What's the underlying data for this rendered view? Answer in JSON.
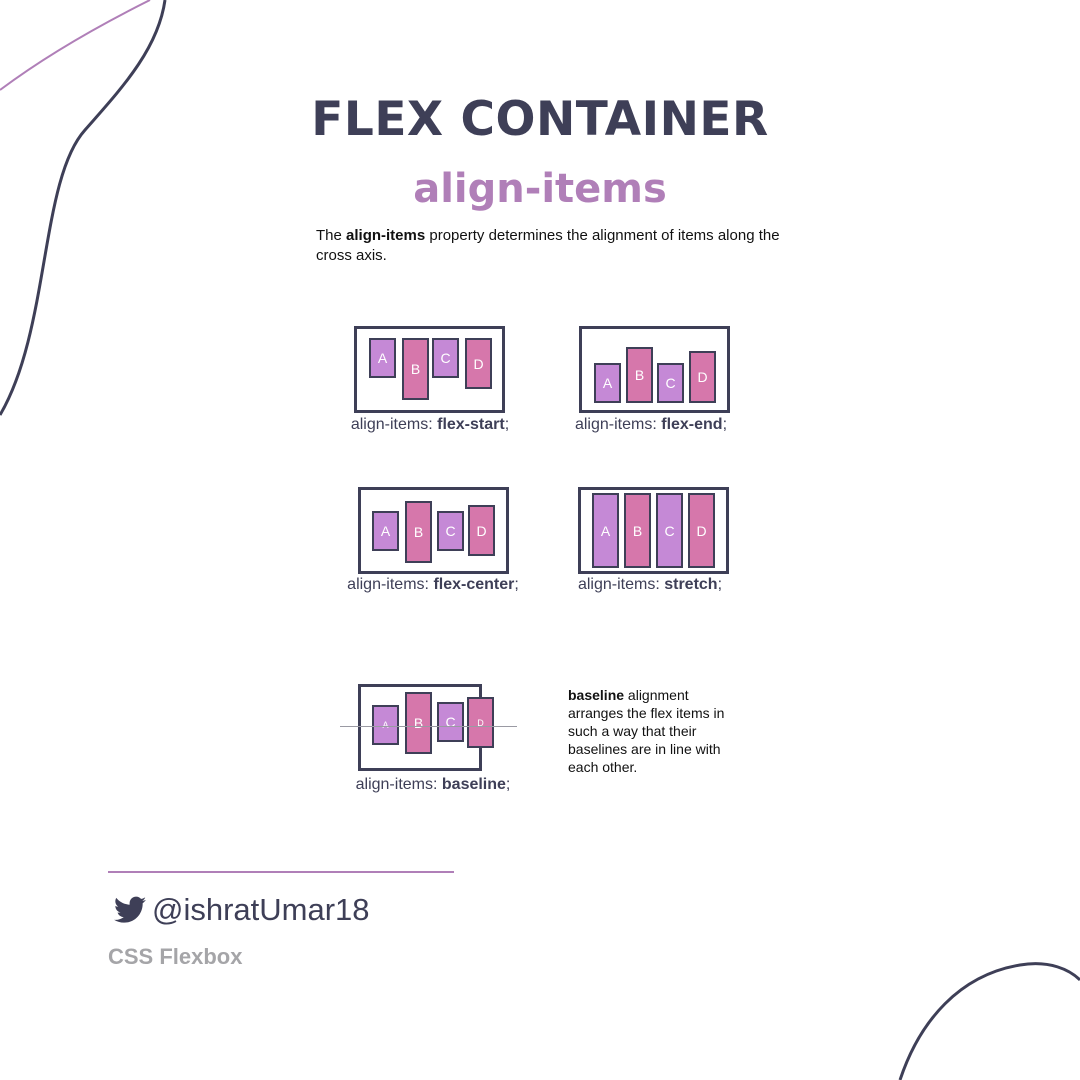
{
  "title": "FLEX CONTAINER",
  "subtitle": "align-items",
  "intro": {
    "bold": "align-items",
    "before": "The ",
    "after": " property determines the alignment of items along the cross axis."
  },
  "property_label": "align-items:",
  "demos": [
    {
      "value": "flex-start",
      "items": [
        {
          "label": "A"
        },
        {
          "label": "B"
        },
        {
          "label": "C"
        },
        {
          "label": "D"
        }
      ]
    },
    {
      "value": "flex-end",
      "items": [
        {
          "label": "A"
        },
        {
          "label": "B"
        },
        {
          "label": "C"
        },
        {
          "label": "D"
        }
      ]
    },
    {
      "value": "flex-center",
      "items": [
        {
          "label": "A"
        },
        {
          "label": "B"
        },
        {
          "label": "C"
        },
        {
          "label": "D"
        }
      ]
    },
    {
      "value": "stretch",
      "items": [
        {
          "label": "A"
        },
        {
          "label": "B"
        },
        {
          "label": "C"
        },
        {
          "label": "D"
        }
      ]
    },
    {
      "value": "baseline",
      "items": [
        {
          "label": "A"
        },
        {
          "label": "B"
        },
        {
          "label": "C"
        },
        {
          "label": "D"
        }
      ]
    }
  ],
  "semicolon": ";",
  "baseline_note": {
    "bold": "baseline",
    "rest": " alignment arranges the flex items in such a way that their baselines are in line with each other."
  },
  "handle": "@ishratUmar18",
  "handle_icon": "twitter-bird-icon",
  "footer": "CSS Flexbox",
  "colors": {
    "navy": "#3e3f57",
    "purple": "#b07fb8",
    "item_light": "#c589d6",
    "item_dark": "#d677ab",
    "footer_gray": "#a5a5a8"
  }
}
